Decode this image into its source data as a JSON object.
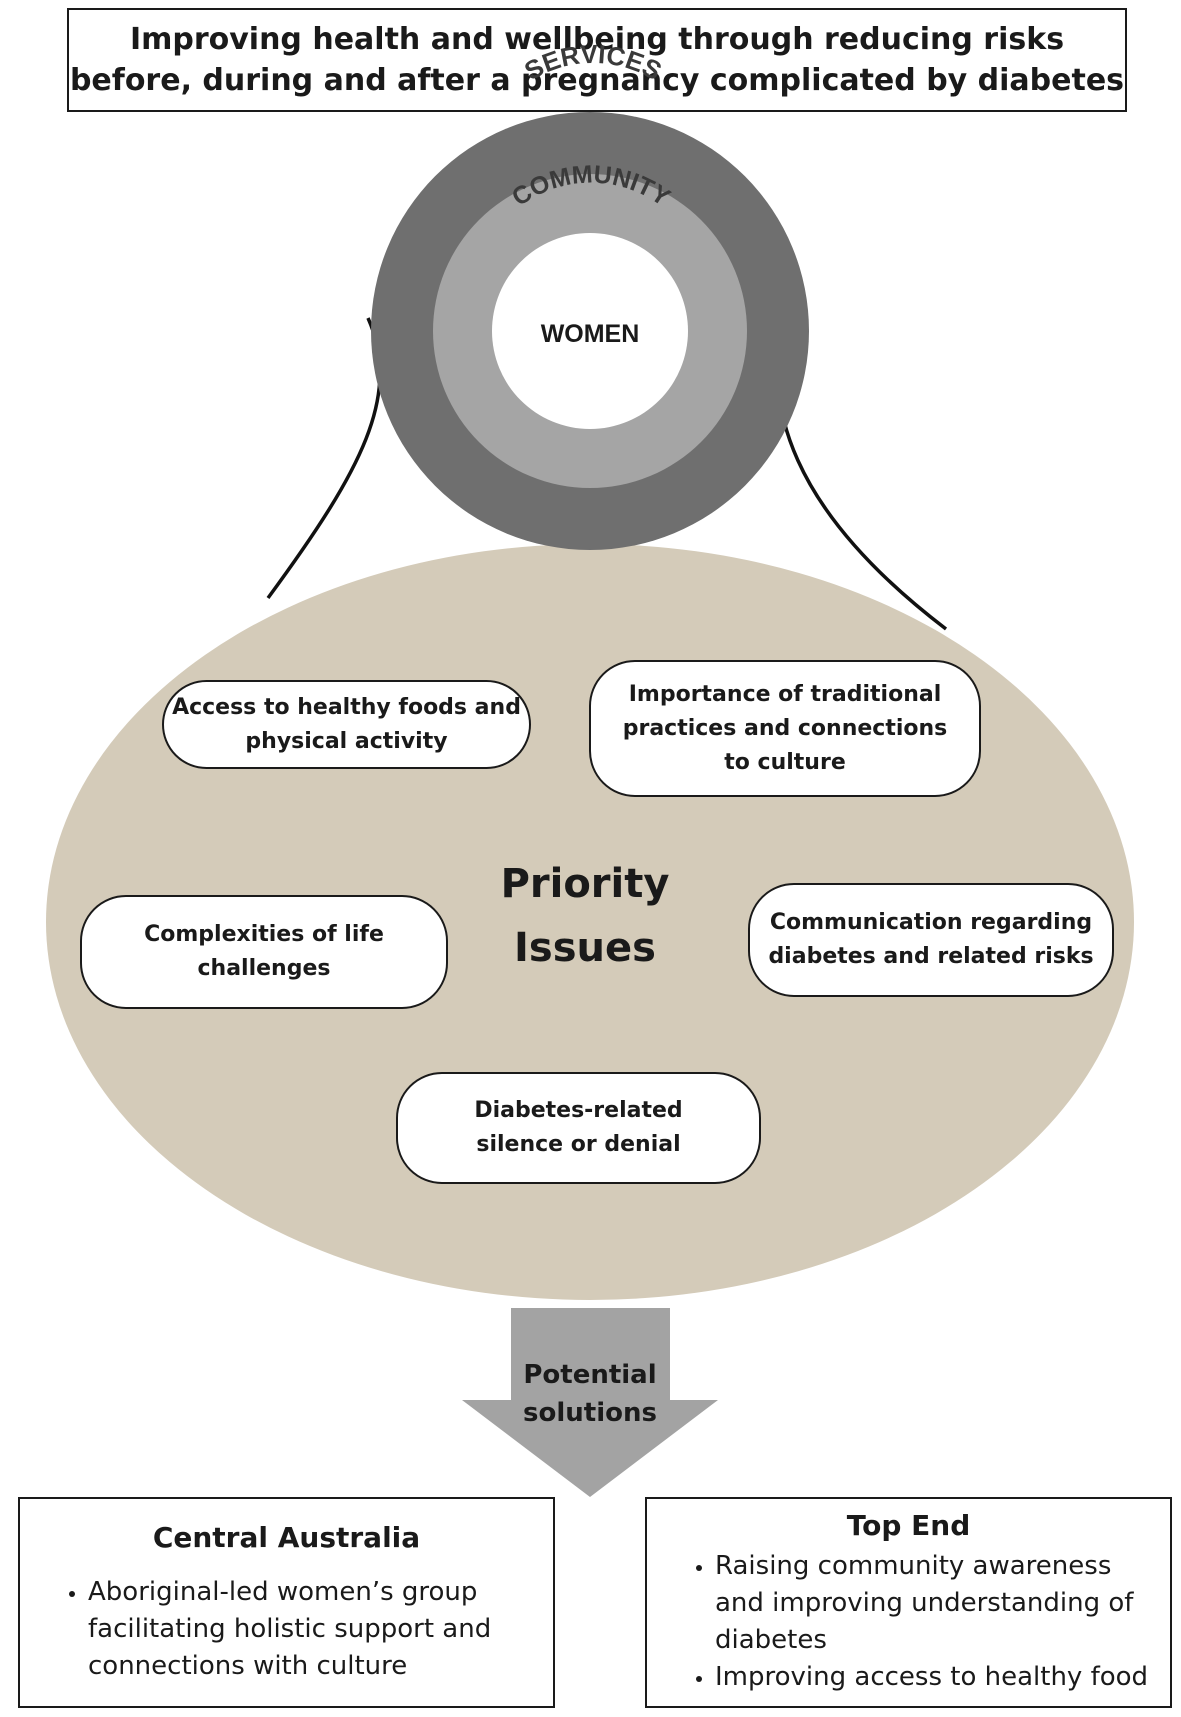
{
  "title": {
    "line1": "Improving health and wellbeing through reducing risks",
    "line2": "before, during and after a pregnancy complicated by diabetes"
  },
  "rings": {
    "outer_label": "SERVICES",
    "middle_label": "COMMUNITY",
    "center_label": "WOMEN",
    "colors": {
      "outer": "#6f6f6f",
      "middle": "#a5a5a5",
      "center": "#ffffff"
    }
  },
  "priority": {
    "title_line1": "Priority",
    "title_line2": "Issues",
    "ellipse_color": "#d4cbb9",
    "issues": [
      {
        "line1": "Access to healthy foods and",
        "line2": "physical activity"
      },
      {
        "line1": "Importance of traditional",
        "line2": "practices and connections",
        "line3": "to culture"
      },
      {
        "line1": "Complexities of life",
        "line2": "challenges"
      },
      {
        "line1": "Communication regarding",
        "line2": "diabetes and related risks"
      },
      {
        "line1": "Diabetes-related",
        "line2": "silence or denial"
      }
    ]
  },
  "arrow": {
    "line1": "Potential",
    "line2": "solutions",
    "color": "#a3a3a3"
  },
  "regions": {
    "central": {
      "title": "Central Australia",
      "items": [
        "Aboriginal-led women’s group facilitating holistic support and connections with culture"
      ]
    },
    "top_end": {
      "title": "Top End",
      "items": [
        "Raising community awareness and improving understanding of diabetes",
        "Improving access to healthy food"
      ]
    }
  }
}
